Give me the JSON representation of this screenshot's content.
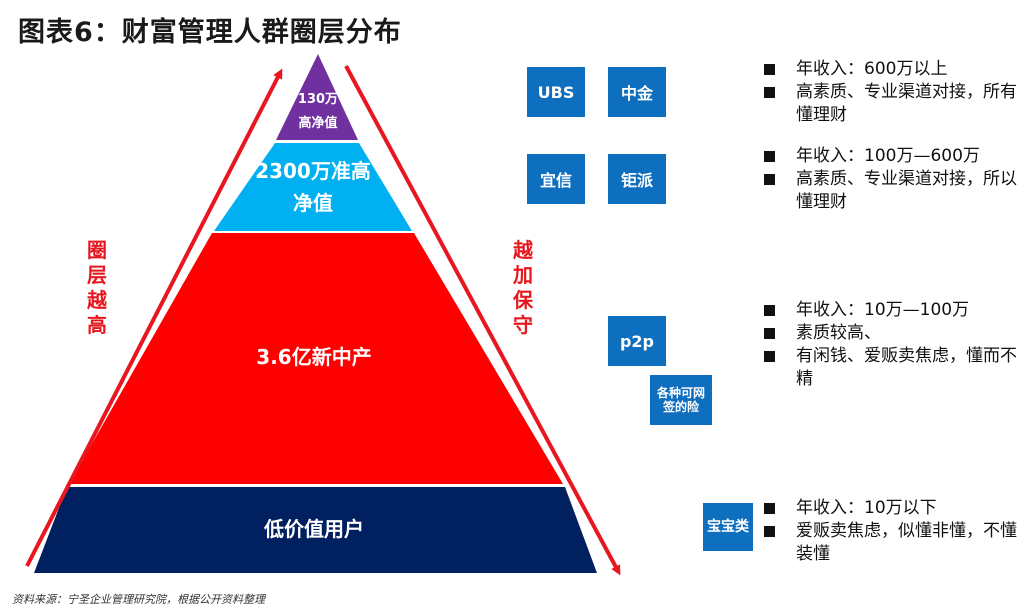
{
  "title": "图表6：财富管理人群圈层分布",
  "tiers": [
    {
      "line1": "130万",
      "line2": "高净值",
      "color": "#7030a0"
    },
    {
      "line1": "2300万准高",
      "line2": "净值",
      "color": "#00b0f0"
    },
    {
      "line1": "3.6亿新中产",
      "color": "#ff0000"
    },
    {
      "line1": "低价值用户",
      "color": "#002060"
    }
  ],
  "side_labels": {
    "left": "圈层越高",
    "right": "越加保守"
  },
  "brands": {
    "ubs": "UBS",
    "cicc": "中金",
    "yixin": "宜信",
    "jupai": "钜派",
    "p2p": "p2p",
    "insurance": "各种可网签的险",
    "baobao": "宝宝类"
  },
  "descriptions": [
    {
      "lines": [
        "年收入：600万以上",
        "高素质、专业渠道对接，所有懂理财"
      ]
    },
    {
      "lines": [
        "年收入：100万—600万",
        "高素质、专业渠道对接，所以懂理财"
      ]
    },
    {
      "lines": [
        "年收入：10万—100万",
        "素质较高、",
        "有闲钱、爱贩卖焦虑，懂而不精"
      ]
    },
    {
      "lines": [
        "年收入：10万以下",
        "爱贩卖焦虑，似懂非懂，不懂装懂"
      ]
    }
  ],
  "source": "资料来源：宁圣企业管理研究院，根据公开资料整理",
  "colors": {
    "arrow": "#e8171f",
    "brand_box": "#0e6fbf"
  }
}
